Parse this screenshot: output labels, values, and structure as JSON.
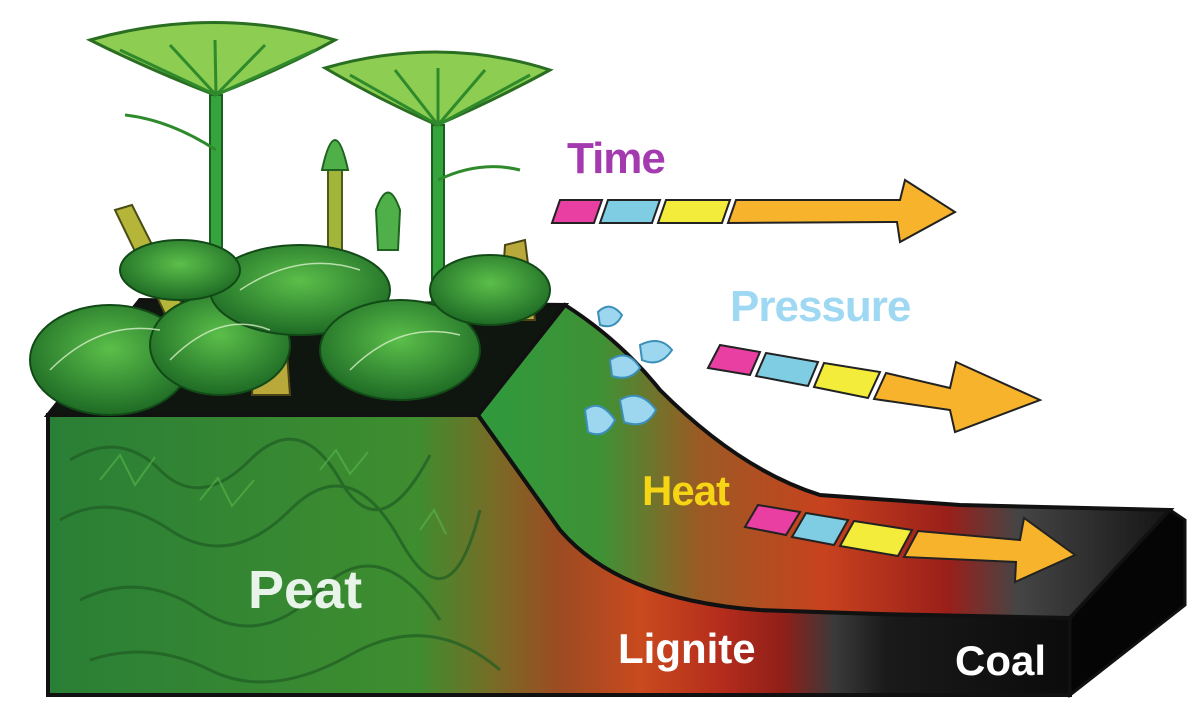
{
  "diagram": {
    "labels": {
      "time": "Time",
      "pressure": "Pressure",
      "heat": "Heat",
      "peat": "Peat",
      "lignite": "Lignite",
      "coal": "Coal"
    },
    "colors": {
      "time": "#a43ab0",
      "pressure": "#9fd8f2",
      "heat": "#f6d515",
      "arrow": "#f7b32b",
      "peat": "#2e8b3a",
      "lignite": "#c4471f",
      "coal": "#121212",
      "water": "#9dd6ef"
    },
    "arrows": [
      {
        "name": "time-arrow",
        "swatches": [
          "#e93ea2",
          "#7fcde3",
          "#f3ec3a"
        ]
      },
      {
        "name": "pressure-arrow",
        "swatches": [
          "#e93ea2",
          "#7fcde3",
          "#f3ec3a"
        ]
      },
      {
        "name": "heat-arrow",
        "swatches": [
          "#e93ea2",
          "#7fcde3",
          "#f3ec3a"
        ]
      }
    ]
  }
}
